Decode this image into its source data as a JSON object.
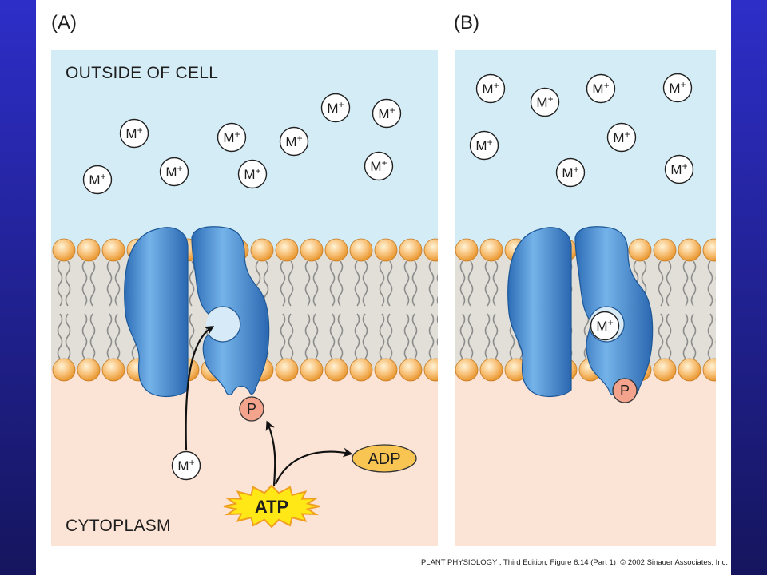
{
  "figure": {
    "panel_a_label": "(A)",
    "panel_b_label": "(B)",
    "outside_label": "OUTSIDE OF CELL",
    "cytoplasm_label": "CYTOPLASM"
  },
  "ion": {
    "symbol": "M",
    "charge": "+"
  },
  "phosphate": "P",
  "adp": "ADP",
  "atp": "ATP",
  "caption": "PLANT PHYSIOLOGY , Third Edition, Figure 6.14 (Part 1)  © 2002 Sinauer Associates, Inc.",
  "colors": {
    "outside": "#d4ecf6",
    "membrane": "#e1dfd7",
    "cytoplasm": "#fbe3d6",
    "protein": "#4a93d4",
    "lipid_head": "#f5b865",
    "phosphate": "#f4a48c",
    "adp": "#f8c552",
    "atp": "#ffe816",
    "border": "#2a2ab8"
  }
}
